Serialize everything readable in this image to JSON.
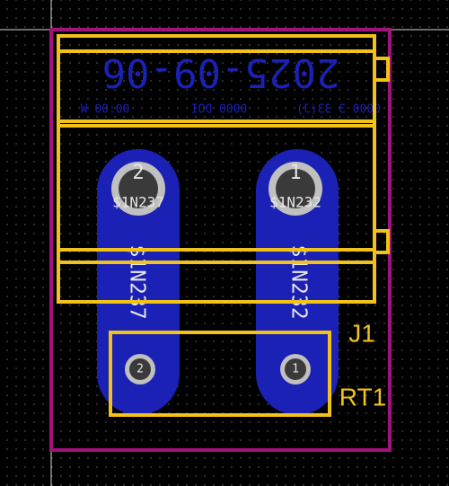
{
  "colors": {
    "background": "#000000",
    "board_edge": "#a0147a",
    "copper_back": "#1a21b4",
    "silkscreen": "#f0c21a",
    "pad_ring": "#c0c0c0",
    "pad_hole": "#3a3a3a",
    "net_label": "#e6e6e6",
    "back_silk_text": "#1a21b4",
    "cursor": "#d8d8d8"
  },
  "board": {
    "back_text_date": "2025-09-06",
    "back_text_small": [
      "0000 3 33(J)",
      "0000 DOI",
      "00:00 W"
    ],
    "references": {
      "connector": "J1",
      "thermistor": "RT1"
    },
    "pads": [
      {
        "number": "2",
        "net": "$1N237"
      },
      {
        "number": "1",
        "net": "$1N232"
      }
    ],
    "small_pads": [
      {
        "number": "2"
      },
      {
        "number": "1"
      }
    ],
    "tracks": [
      {
        "net": "$1N237"
      },
      {
        "net": "$1N232"
      }
    ]
  }
}
